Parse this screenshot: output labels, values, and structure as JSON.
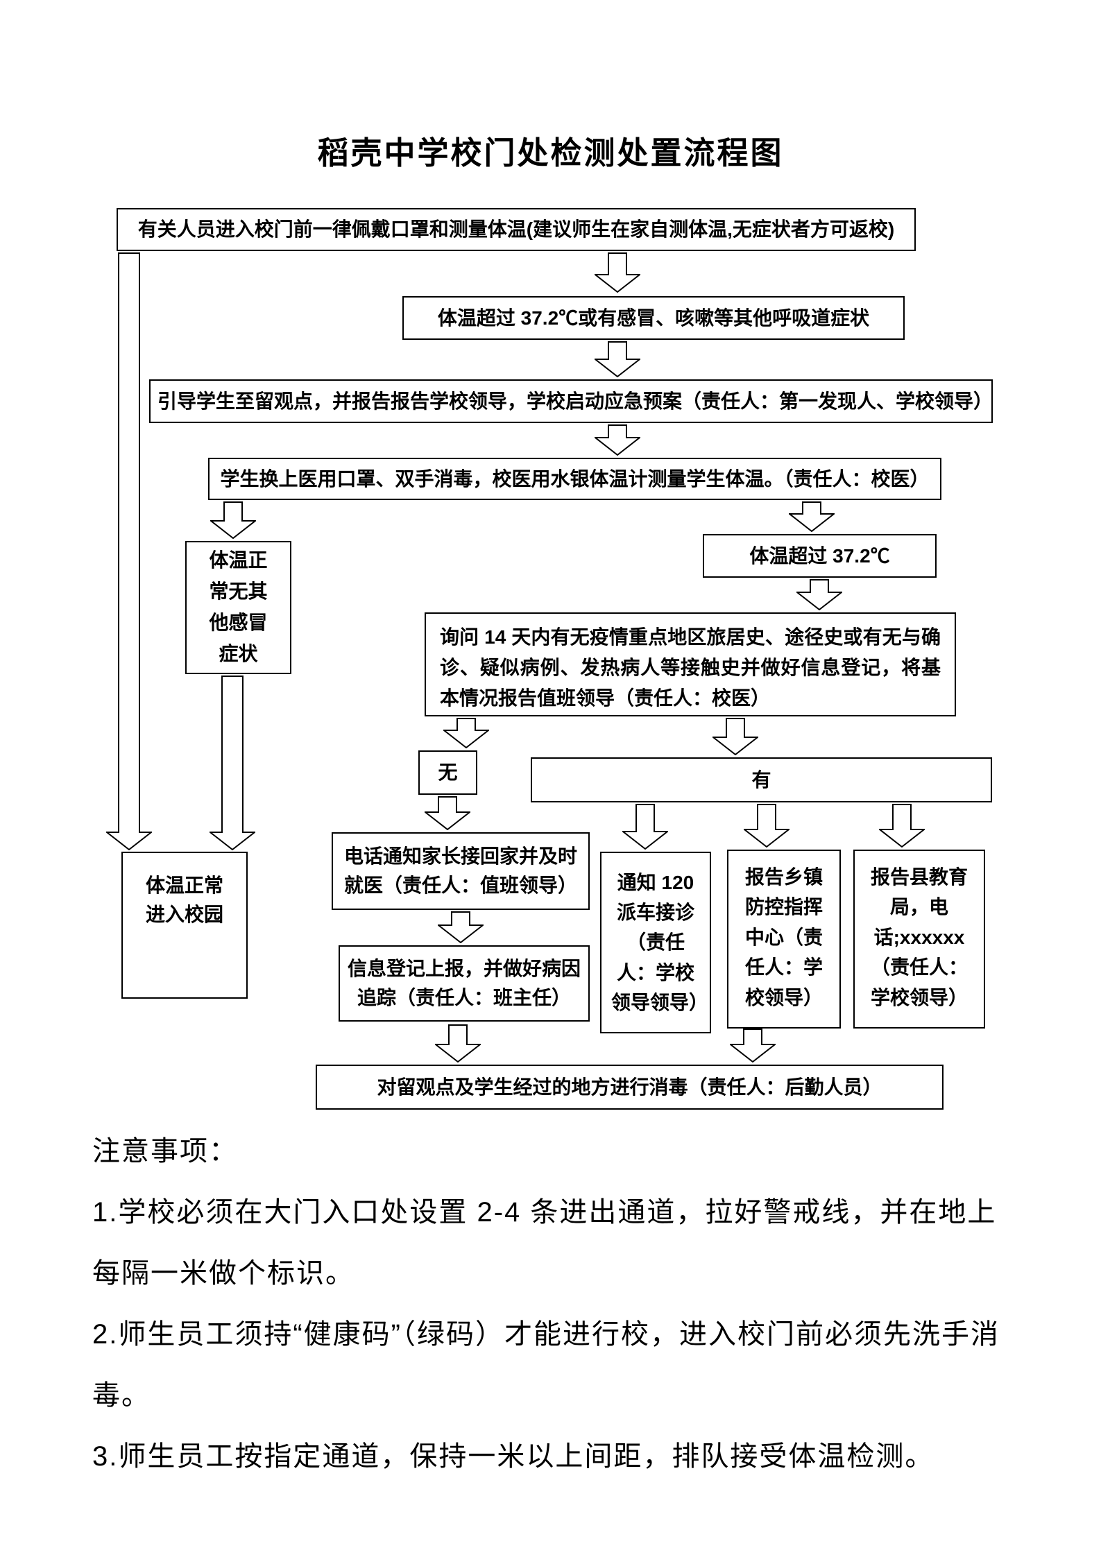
{
  "title": "稻壳中学校门处检测处置流程图",
  "flow": {
    "boxes": {
      "entry": "有关人员进入校门前一律佩戴口罩和测量体温(建议师生在家自测体温,无症状者方可返校)",
      "fever_symptoms": "体温超过 37.2℃或有感冒、咳嗽等其他呼吸道症状",
      "guide_observation": "引导学生至留观点，并报告报告学校领导，学校启动应急预案（责任人：第一发现人、学校领导）",
      "medical_check": "学生换上医用口罩、双手消毒，校医用水银体温计测量学生体温。（责任人：校医）",
      "temp_normal_no_symptoms": "体温正常无其他感冒症状",
      "temp_over": "体温超过 37.2℃",
      "inquiry": "询问 14 天内有无疫情重点地区旅居史、途径史或有无与确诊、疑似病例、发热病人等接触史并做好信息登记，将基本情况报告值班领导（责任人：校医）",
      "no": "无",
      "yes": "有",
      "call_parents": "电话通知家长接回家并及时就医（责任人：值班领导）",
      "register_info": "信息登记上报，并做好病因追踪（责任人：班主任）",
      "notify_120": "通知 120 派车接诊（责任人：学校领导领导）",
      "report_township": "报告乡镇防控指挥中心（责任人：学校领导）",
      "report_county": "报告县教育局，电话;xxxxxx（责任人：学校领导）",
      "temp_normal_enter": "体温正常进入校园",
      "disinfect": "对留观点及学生经过的地方进行消毒（责任人：后勤人员）"
    }
  },
  "notes": {
    "heading": "注意事项：",
    "items": [
      "1.学校必须在大门入口处设置 2-4 条进出通道，拉好警戒线，并在地上每隔一米做个标识。",
      "2.师生员工须持“健康码”（绿码）才能进行校，进入校门前必须先洗手消毒。",
      "3.师生员工按指定通道，保持一米以上间距，排队接受体温检测。"
    ]
  }
}
